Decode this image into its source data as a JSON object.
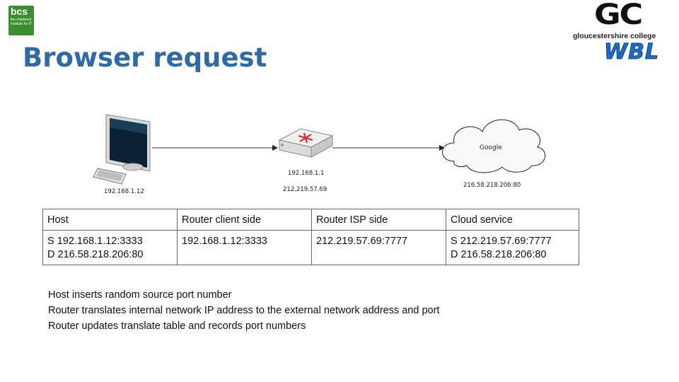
{
  "slide": {
    "title": "Browser request"
  },
  "logos": {
    "bcs": {
      "word": "bcs",
      "tagline": "the chartered institute for IT"
    },
    "gc": {
      "letters": "GC",
      "name": "gloucestershire college",
      "wbl": "WBL"
    }
  },
  "diagram": {
    "host_ip": "192.168.1.12",
    "router_ip_internal": "192.168.1.1",
    "router_ip_external": "212.219.57.69",
    "cloud_label": "Google",
    "cloud_ip": "216.58.218.206:80"
  },
  "table": {
    "headers": [
      "Host",
      "Router client side",
      "Router ISP side",
      "Cloud service"
    ],
    "row": {
      "host_line1": "S 192.168.1.12:3333",
      "host_line2": "D 216.58.218.206:80",
      "router_client": "192.168.1.12:3333",
      "router_isp": "212.219.57.69:7777",
      "cloud_line1": "S 212.219.57.69:7777",
      "cloud_line2": "D 216.58.218.206:80"
    }
  },
  "notes": [
    "Host inserts random source port number",
    "Router translates internal network IP address to the external network address and port",
    "Router updates translate table and records port numbers"
  ]
}
